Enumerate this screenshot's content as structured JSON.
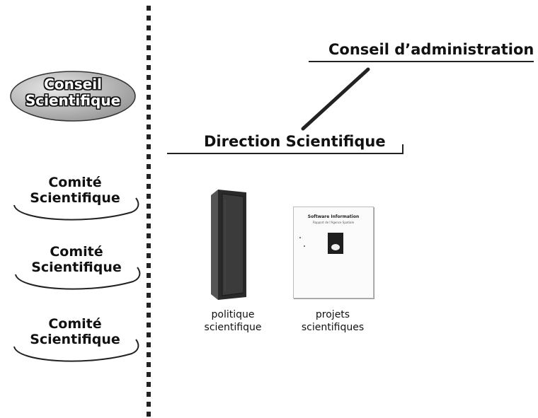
{
  "left_column": {
    "conseil": {
      "line1": "Conseil",
      "line2": "Scientifique"
    },
    "comites": [
      {
        "line1": "Comité",
        "line2": "Scientifique"
      },
      {
        "line1": "Comité",
        "line2": "Scientifique"
      },
      {
        "line1": "Comité",
        "line2": "Scientifique"
      }
    ]
  },
  "org": {
    "conseil_admin": "Conseil d’administration",
    "direction": "Direction Scientifique"
  },
  "documents": {
    "politique": {
      "line1": "politique",
      "line2": "scientifique"
    },
    "projets": {
      "line1": "projets",
      "line2": "scientifiques",
      "cover_title": "Software Information",
      "cover_subtitle": "Rapport de l'Agence Spatiale"
    }
  }
}
